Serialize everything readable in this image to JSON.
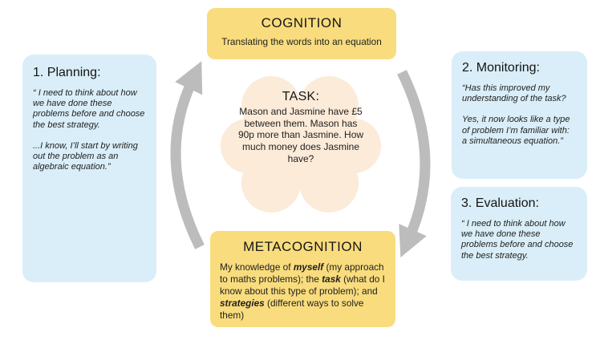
{
  "cognition": {
    "title": "COGNITION",
    "subtitle": "Translating the words into an equation"
  },
  "task": {
    "title": "TASK:",
    "body": "Mason and Jasmine have £5 between them. Mason has 90p more than Jasmine. How much money does Jasmine have?"
  },
  "metacognition": {
    "title": "METACOGNITION",
    "body_segments": [
      {
        "t": "My knowledge of ",
        "em": false
      },
      {
        "t": "myself",
        "em": true
      },
      {
        "t": " (my approach to maths problems); the ",
        "em": false
      },
      {
        "t": "task",
        "em": true
      },
      {
        "t": " (what do I know about this type of problem); and ",
        "em": false
      },
      {
        "t": "strategies",
        "em": true
      },
      {
        "t": " (different ways to solve them)",
        "em": false
      }
    ]
  },
  "planning": {
    "heading": "1. Planning:",
    "para1": "“ I need to think about how we have done these problems before and choose the best strategy.",
    "para2": "...I know, I’ll start by writing out the problem as an algebraic equation.”"
  },
  "monitoring": {
    "heading": "2. Monitoring:",
    "para1": "“Has this improved my understanding of the task?",
    "para2": "Yes, it now looks like a type of problem I’m familiar with: a simultaneous equation.”"
  },
  "evaluation": {
    "heading": "3. Evaluation:",
    "para1": "“ I need to think about how we have done these problems before and choose the best strategy."
  },
  "colors": {
    "box_yellow": "#F9DC7D",
    "box_blue": "#D9EEF8",
    "cloud_peach": "#FBEBD8",
    "arrow_gray": "#BCBCBC"
  }
}
